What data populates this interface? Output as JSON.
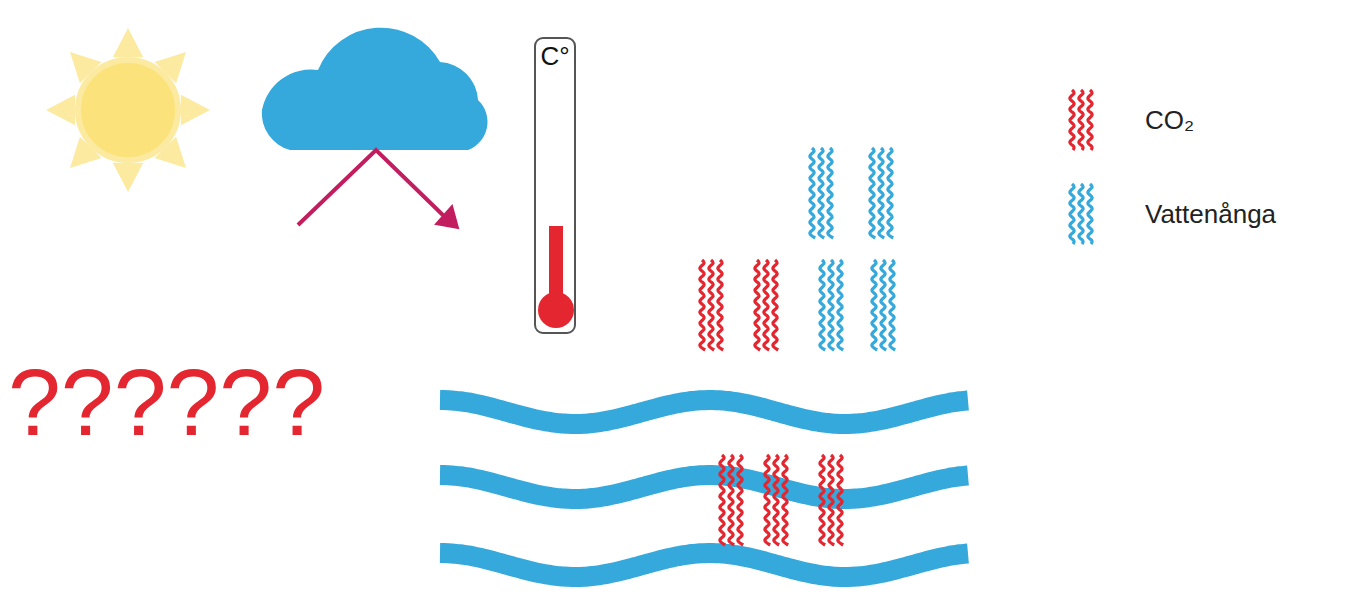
{
  "diagram": {
    "nodes": [
      {
        "text": [
          "C°"
        ]
      }
    ],
    "labels": [
      "??????"
    ],
    "legend": [
      {
        "text": "CO₂",
        "color": "#e3262f"
      },
      {
        "text": "Vattenånga",
        "color": "#35a8dc"
      }
    ]
  }
}
